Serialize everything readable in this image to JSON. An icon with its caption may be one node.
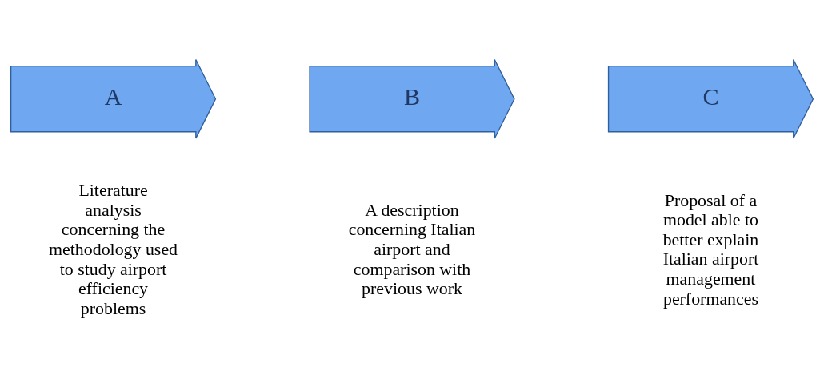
{
  "diagram": {
    "nodes": [
      {
        "text": [
          "A"
        ],
        "beside": [
          "Literature analysis concerning the methodology used to study airport efficiency problems"
        ]
      },
      {
        "text": [
          "B"
        ],
        "beside": [
          "A description concerning Italian airport and comparison with previous work"
        ]
      },
      {
        "text": [
          "C"
        ],
        "beside": [
          "Proposal of a model able to better explain Italian airport management performances"
        ]
      }
    ]
  }
}
